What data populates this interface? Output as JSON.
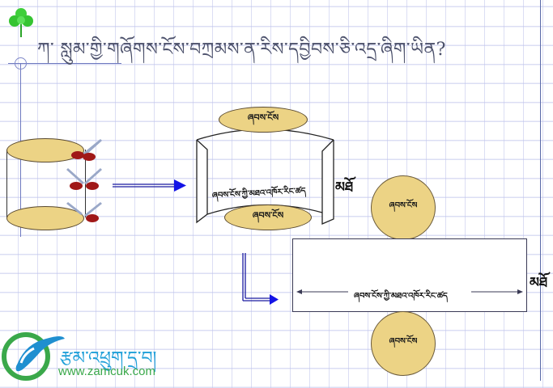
{
  "title": {
    "text": "ཀ་ སླུམ་གྱི་གཞོགས་ངོས་བཀྲམས་ན་རིས་དབྱིབས་ཅི་འདྲ་ཞིག་ཡིན?"
  },
  "diagram": {
    "base_label": "ཞབས་ངོས",
    "height_label": "མཐོ",
    "lateral_perimeter_label": "ཞབས་ངོས་ཀྱི་མཐའ་འཁོར་རིང་ཚད",
    "colors": {
      "base_fill": "#ecd385",
      "arrow": "#1a1ae0",
      "outline": "#333333"
    },
    "steps": [
      {
        "name": "closed-cylinder-with-scissors"
      },
      {
        "name": "opened-cylinder"
      },
      {
        "name": "unrolled-net"
      }
    ]
  },
  "logo": {
    "tibetan_text": "རྩམ་འཕྲུག་དྲ་བ།",
    "url": "www.zamcuk.com"
  }
}
